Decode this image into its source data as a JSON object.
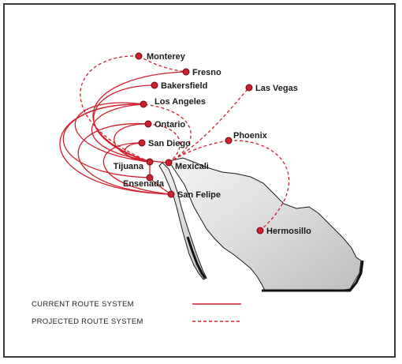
{
  "cities": [
    {
      "id": "monterey",
      "name": "Monterey"
    },
    {
      "id": "fresno",
      "name": "Fresno"
    },
    {
      "id": "bakersfield",
      "name": "Bakersfield"
    },
    {
      "id": "las-vegas",
      "name": "Las Vegas"
    },
    {
      "id": "los-angeles",
      "name": "Los Angeles"
    },
    {
      "id": "ontario",
      "name": "Ontario"
    },
    {
      "id": "san-diego",
      "name": "San Diego"
    },
    {
      "id": "phoenix",
      "name": "Phoenix"
    },
    {
      "id": "tijuana",
      "name": "Tijuana"
    },
    {
      "id": "mexicali",
      "name": "Mexicali"
    },
    {
      "id": "ensenada",
      "name": "Ensenada"
    },
    {
      "id": "san-felipe",
      "name": "San Felipe"
    },
    {
      "id": "hermosillo",
      "name": "Hermosillo"
    }
  ],
  "legend": {
    "current": "CURRENT ROUTE SYSTEM",
    "projected": "PROJECTED ROUTE SYSTEM"
  },
  "colors": {
    "route": "#d0202e",
    "land": "#d9d9d9"
  }
}
